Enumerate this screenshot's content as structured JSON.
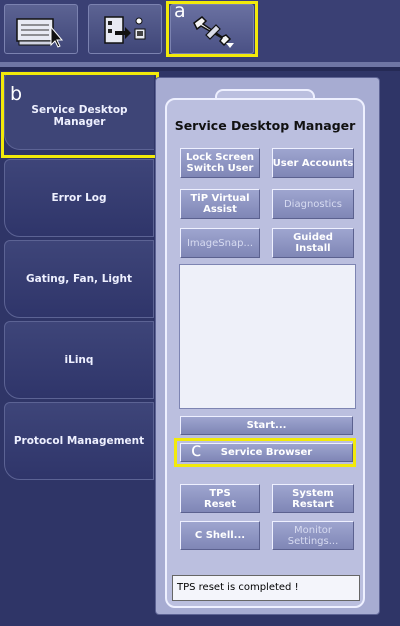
{
  "toolbar": {
    "buttons": [
      {
        "name": "desktop-cursor",
        "icon": "monitor-cursor-icon"
      },
      {
        "name": "network",
        "icon": "network-transfer-icon"
      },
      {
        "name": "service",
        "icon": "wrench-icon"
      }
    ]
  },
  "annotations": {
    "a": "a",
    "b": "b",
    "c": "c",
    "highlight_color": "#f2ea0a"
  },
  "sidebar": {
    "tabs": [
      {
        "label": "Service Desktop Manager"
      },
      {
        "label": "Error Log"
      },
      {
        "label": "Gating, Fan, Light"
      },
      {
        "label": "iLinq"
      },
      {
        "label": "Protocol Management"
      }
    ]
  },
  "panel": {
    "title": "Service Desktop Manager",
    "buttons": {
      "lock_screen": "Lock Screen\nSwitch User",
      "user_accounts": "User Accounts",
      "tip_virtual_assist": "TiP Virtual\nAssist",
      "diagnostics": "Diagnostics",
      "imagesnap": "ImageSnap...",
      "guided_install": "Guided\nInstall",
      "start": "Start...",
      "service_browser": "Service Browser",
      "tps_reset": "TPS\nReset",
      "system_restart": "System\nRestart",
      "c_shell": "C Shell...",
      "monitor_settings": "Monitor\nSettings..."
    },
    "status_message": "TPS reset is completed !"
  },
  "colors": {
    "background": "#2f3567",
    "panel": "#a7acd2",
    "button": "#8f96c4"
  }
}
